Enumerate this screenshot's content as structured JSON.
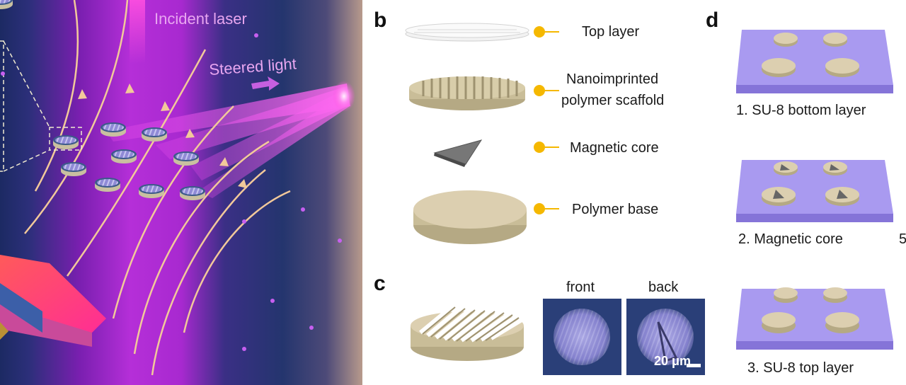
{
  "panel_a": {
    "incident_label": "Incident laser",
    "steered_label": "Steered light"
  },
  "panel_b": {
    "letter": "b",
    "items": [
      {
        "label": "Top layer"
      },
      {
        "label_line1": "Nanoimprinted",
        "label_line2": "polymer scaffold"
      },
      {
        "label": "Magnetic core"
      },
      {
        "label": "Polymer base"
      }
    ]
  },
  "panel_c": {
    "letter": "c",
    "front_label": "front",
    "back_label": "back",
    "scale_bar": "20 μm"
  },
  "panel_d": {
    "letter": "d",
    "steps": [
      "1. SU-8 bottom layer",
      "2. Magnetic core",
      "3. SU-8 top layer"
    ],
    "edge_fragment": "5"
  },
  "colors": {
    "disk": "#cfc3a0",
    "substrate": "#a99af0",
    "bullet": "#f5b800",
    "beam": "#e040e8"
  }
}
